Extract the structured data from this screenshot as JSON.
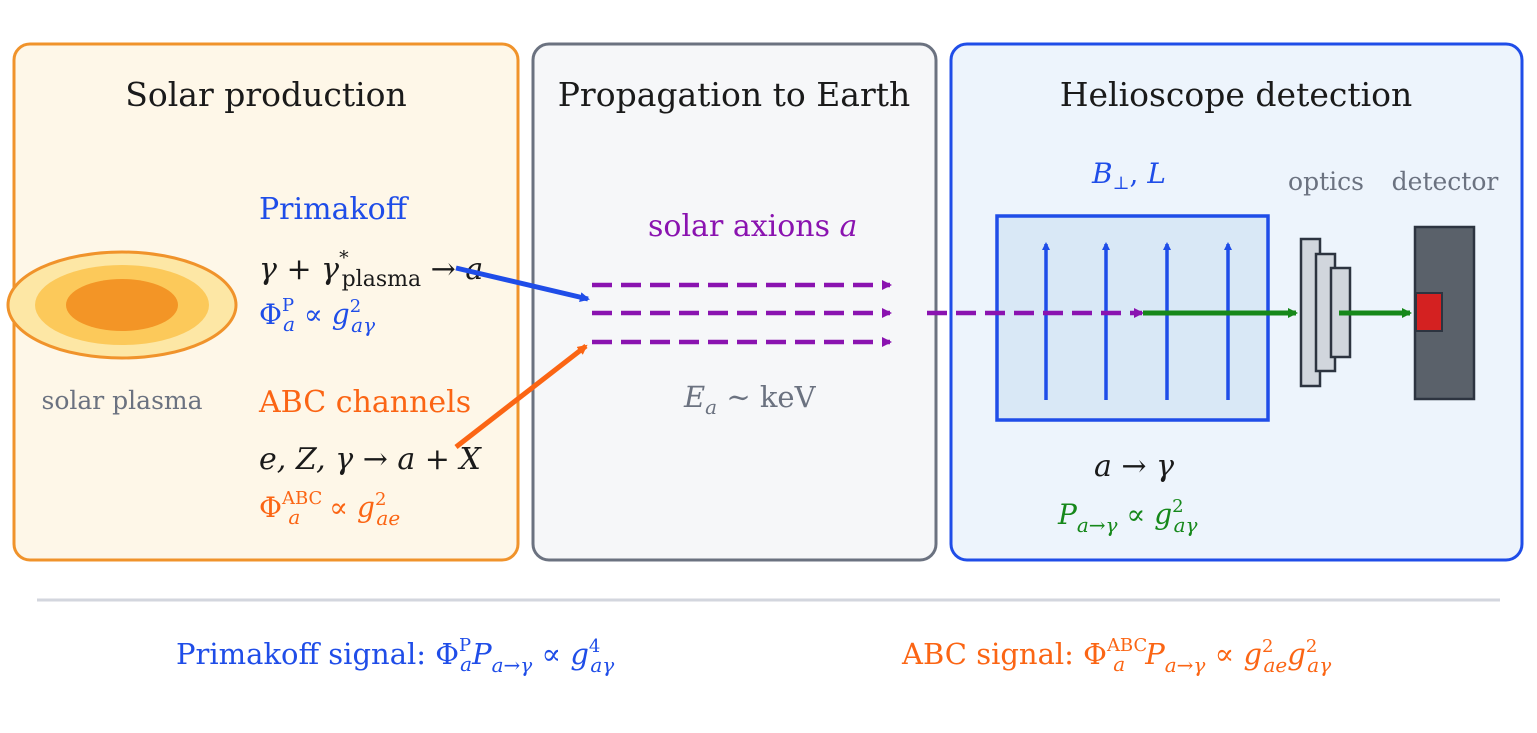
{
  "panels": {
    "solar": {
      "title": "Solar production",
      "plasma_label": "solar plasma",
      "primakoff_heading": "Primakoff",
      "primakoff_reaction": {
        "gamma": "γ",
        "plus": " + ",
        "gamma_star": "γ",
        "star": "*",
        "plasma_sub": "plasma",
        "arrow": " → ",
        "a": "a"
      },
      "primakoff_flux": {
        "phi": "Φ",
        "sup": "P",
        "sub": "a",
        "prop": " ∝ ",
        "g": "g",
        "gsub": "aγ",
        "gsup": "2"
      },
      "abc_heading": "ABC channels",
      "abc_reaction": {
        "lhs": "e, Z, γ",
        "arrow": " → ",
        "rhs": "a + X"
      },
      "abc_flux": {
        "phi": "Φ",
        "sup": "ABC",
        "sub": "a",
        "prop": " ∝ ",
        "g": "g",
        "gsub": "ae",
        "gsup": "2"
      }
    },
    "propagation": {
      "title": "Propagation to Earth",
      "axions_text": "solar axions ",
      "axions_symbol": "a",
      "energy": {
        "E": "E",
        "sub": "a",
        "rest": " ∼ keV"
      }
    },
    "helioscope": {
      "title": "Helioscope detection",
      "field": {
        "B": "B",
        "sub": "⊥",
        "rest": ", ",
        "L": "L"
      },
      "optics_label": "optics",
      "detector_label": "detector",
      "conversion": {
        "a": "a",
        "arrow": " → ",
        "gamma": "γ"
      },
      "probability": {
        "P": "P",
        "sub": "a→γ",
        "prop": " ∝ ",
        "g": "g",
        "gsub": "aγ",
        "gsup": "2"
      }
    }
  },
  "bottom": {
    "primakoff_signal": {
      "label": "Primakoff signal: ",
      "phi": "Φ",
      "sup": "P",
      "sub": "a",
      "P": "P",
      "Psub": "a→γ",
      "prop": " ∝ ",
      "g": "g",
      "gsub": "aγ",
      "gsup": "4"
    },
    "abc_signal": {
      "label": "ABC signal: ",
      "phi": "Φ",
      "sup": "ABC",
      "sub": "a",
      "P": "P",
      "Psub": "a→γ",
      "prop": " ∝ ",
      "g1": "g",
      "g1sub": "ae",
      "g1sup": "2",
      "g2": "g",
      "g2sub": "aγ",
      "g2sup": "2"
    }
  },
  "colors": {
    "solar_border": "#f0932b",
    "solar_fill": "#fef7e8",
    "prop_border": "#6b7280",
    "prop_fill": "#f6f7f9",
    "helio_border": "#1f4de8",
    "helio_fill": "#edf4fc",
    "primakoff": "#1f4de8",
    "abc": "#fb6514",
    "axion": "#8a13b0",
    "photon": "#16881a",
    "gray_text": "#6b7280",
    "dark_text": "#1a1a1a"
  }
}
